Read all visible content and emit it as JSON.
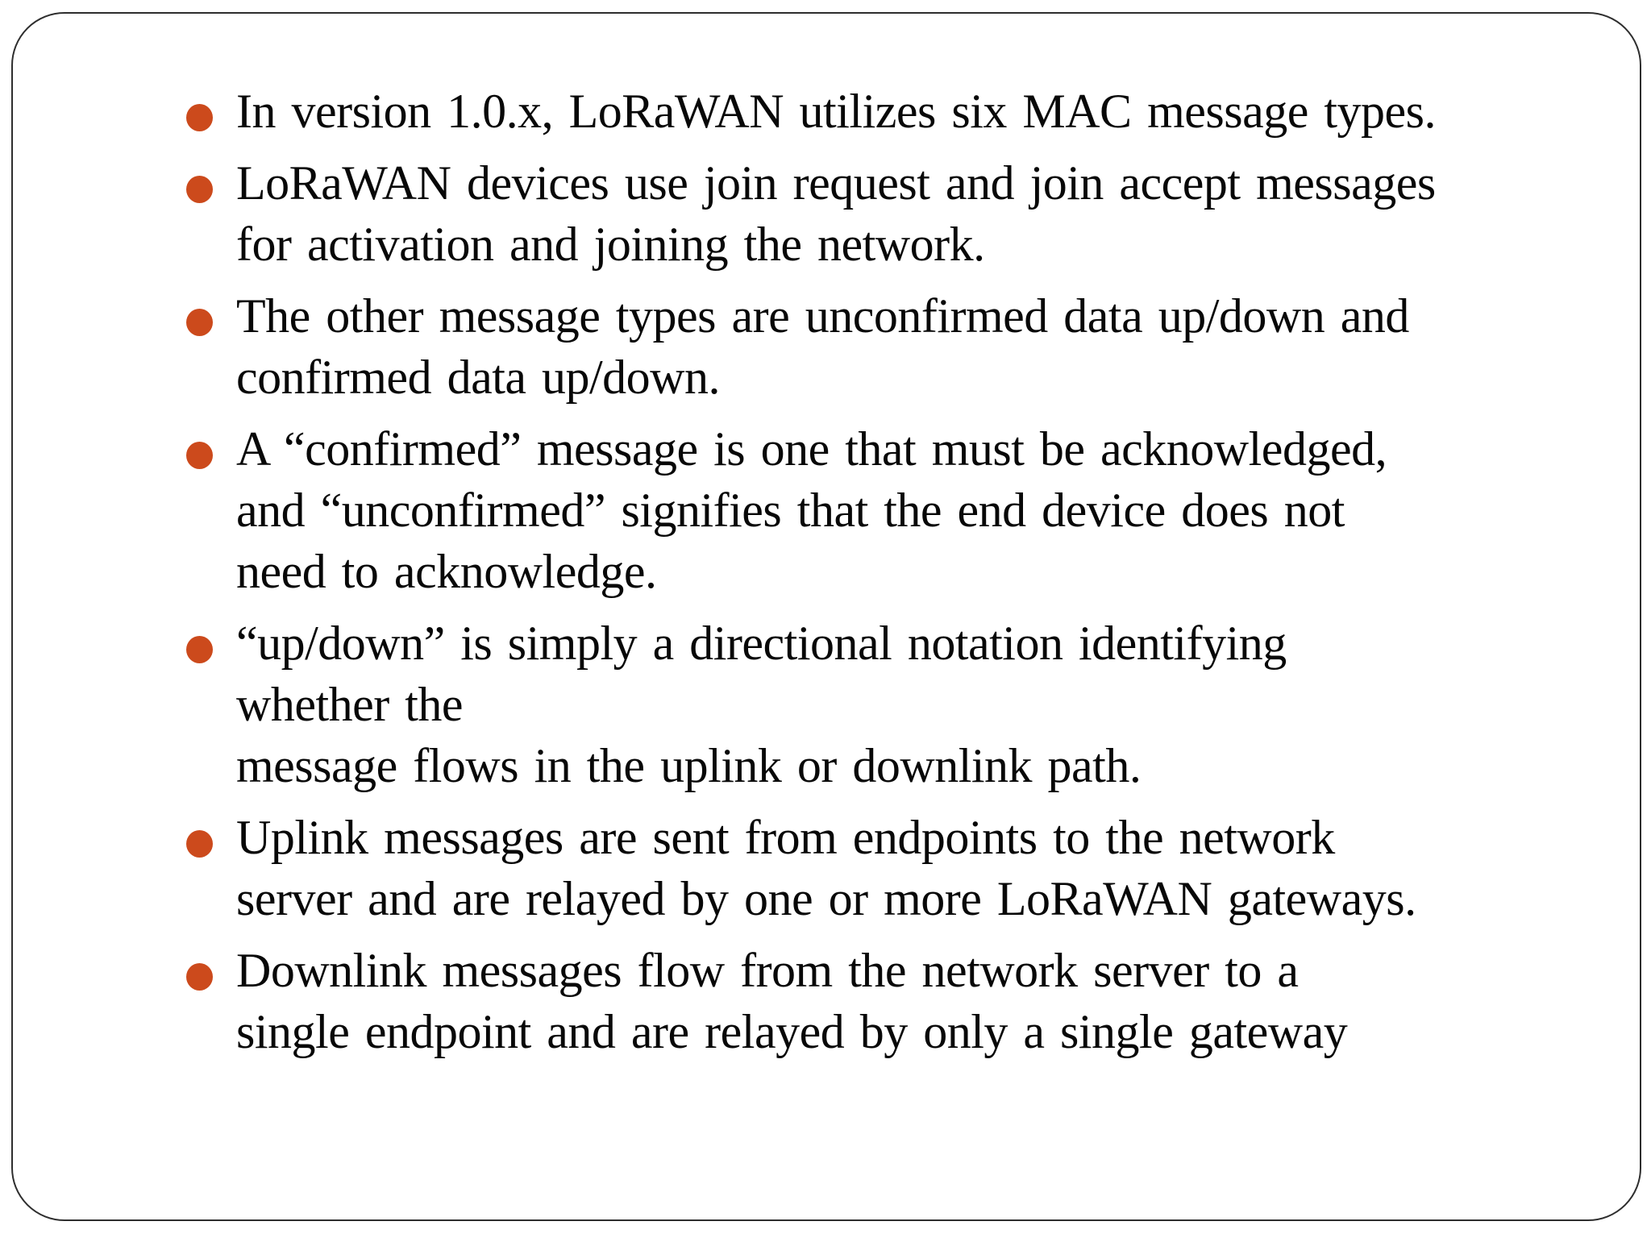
{
  "slide": {
    "background_color": "#ffffff",
    "border_color": "#2e2e2e",
    "text_color": "#080808",
    "bullet_color": "#cc4a1c",
    "bullet_icon": "filled-circle",
    "bullets": [
      {
        "lines": [
          "In version 1.0.x, LoRaWAN utilizes six MAC message types."
        ]
      },
      {
        "lines": [
          "LoRaWAN devices use join request and join accept messages",
          "for activation and joining the network."
        ]
      },
      {
        "lines": [
          "The other message types are unconfirmed data up/down and",
          "confirmed data up/down."
        ]
      },
      {
        "lines": [
          "A “confirmed” message is one that must be acknowledged,",
          "and “unconfirmed” signifies that the end device does not",
          "need to acknowledge."
        ]
      },
      {
        "lines": [
          "“up/down” is simply a directional notation identifying",
          "whether the",
          "message flows in the uplink or downlink path."
        ]
      },
      {
        "lines": [
          "Uplink messages are sent from endpoints to the network",
          "server and are relayed by one or more LoRaWAN gateways."
        ]
      },
      {
        "lines": [
          "Downlink messages flow from the network server to a",
          "single endpoint and are relayed by only a single gateway"
        ]
      }
    ]
  }
}
